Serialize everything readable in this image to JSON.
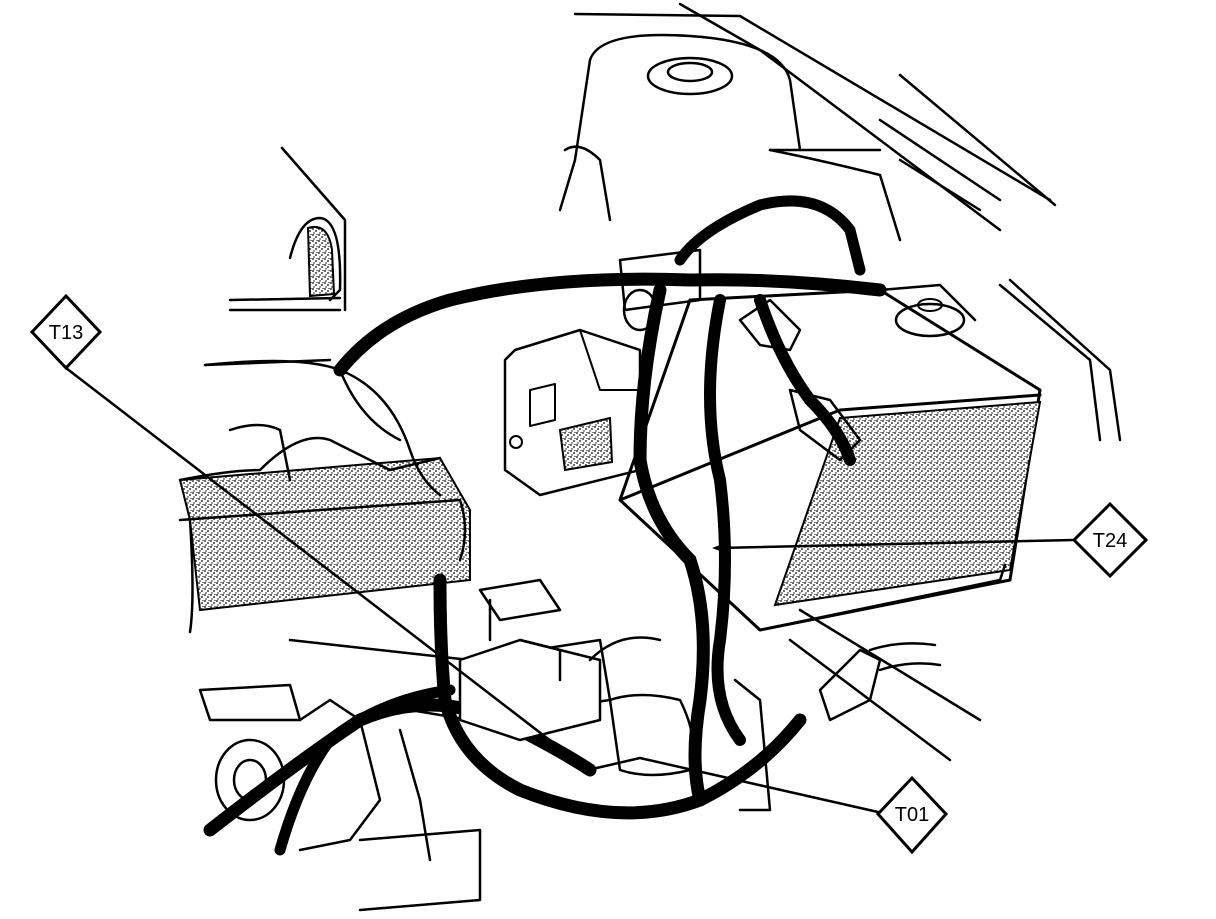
{
  "callouts": [
    {
      "id": "t13",
      "label": "T13"
    },
    {
      "id": "t24",
      "label": "T24"
    },
    {
      "id": "t01",
      "label": "T01"
    }
  ],
  "colors": {
    "ink": "#000000",
    "paper": "#ffffff"
  }
}
